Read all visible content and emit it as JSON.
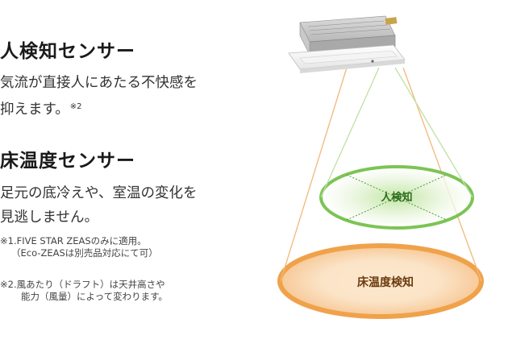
{
  "sections": [
    {
      "heading": "人検知センサー",
      "line1": "気流が直接人にあたる不快感を",
      "line2": "抑えます。",
      "sup": "※2"
    },
    {
      "heading": "床温度センサー",
      "line1": "足元の底冷えや、室温の変化を",
      "line2": "見逃しません。"
    }
  ],
  "notes": [
    {
      "line1": "※1.FIVE STAR ZEASのみに適用。",
      "line2": "（Eco-ZEASは別売品対応にて可）"
    },
    {
      "line1": "※2.風あたり（ドラフト）は天井高さや",
      "line2": "能力（風量）によって変わります。"
    }
  ],
  "illustration": {
    "person_label": "人検知",
    "floor_label": "床温度検知",
    "colors": {
      "person_zone": "#7cc454",
      "floor_zone": "#f0a24a",
      "beam_orange": "#f2b87a",
      "beam_green": "#bfe1a4"
    }
  }
}
